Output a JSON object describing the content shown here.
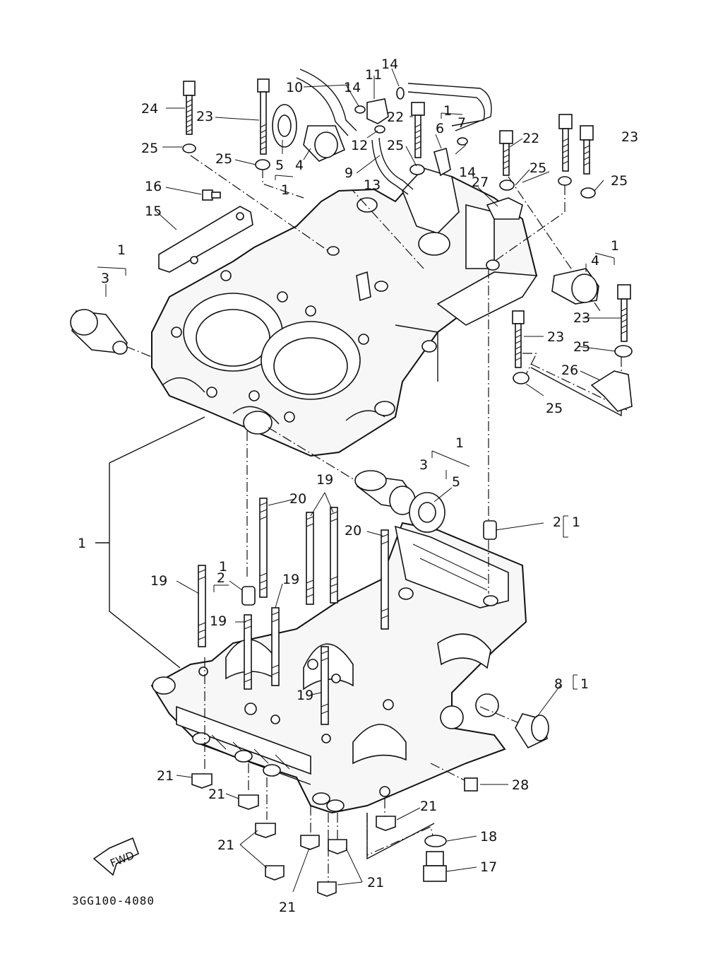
{
  "diagram": {
    "drawing_code": "3GG100-4080",
    "forward_arrow": {
      "label": "FWD",
      "icon": "forward-arrow-icon"
    },
    "callouts": [
      "1",
      "2",
      "3",
      "4",
      "5",
      "6",
      "7",
      "8",
      "9",
      "10",
      "11",
      "12",
      "13",
      "14",
      "15",
      "16",
      "17",
      "18",
      "19",
      "20",
      "21",
      "22",
      "23",
      "24",
      "25",
      "26",
      "27",
      "28"
    ]
  }
}
